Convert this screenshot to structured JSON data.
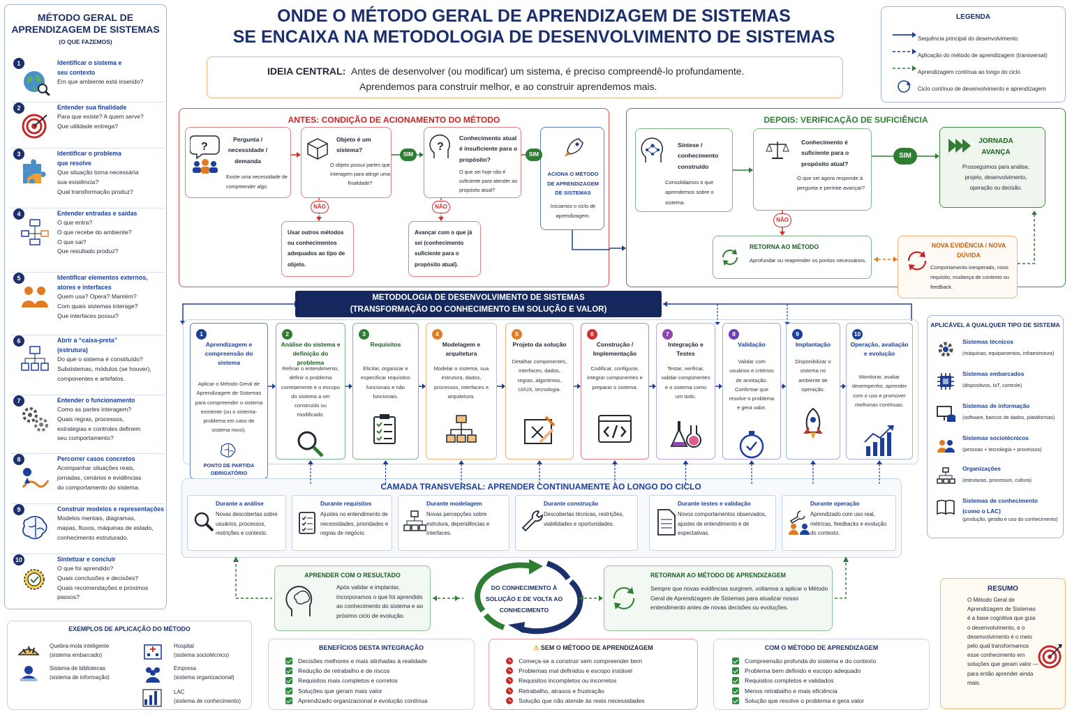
{
  "title": {
    "line1": "ONDE O MÉTODO GERAL DE APRENDIZAGEM DE SISTEMAS",
    "line2": "SE ENCAIXA NA METODOLOGIA DE DESENVOLVIMENTO DE SISTEMAS"
  },
  "central": {
    "label": "IDEIA CENTRAL:",
    "line1": "Antes de desenvolver (ou modificar) um sistema, é preciso compreendê-lo profundamente.",
    "line2": "Aprendemos para construir melhor, e ao construir aprendemos mais."
  },
  "legend": {
    "title": "LEGENDA",
    "items": [
      "Sequência principal do desenvolvimento",
      "Aplicação do método de aprendizagem (transversal)",
      "Aprendizagem contínua ao longo do ciclo",
      "Ciclo contínuo de desenvolvimento e aprendizagem"
    ]
  },
  "left": {
    "title1": "MÉTODO GERAL DE",
    "title2": "APRENDIZAGEM DE SISTEMAS",
    "subtitle": "(O QUE FAZEMOS)",
    "steps": [
      {
        "n": "1",
        "t1": "Identificar o sistema e",
        "t2": "seu contexto",
        "d": [
          "Em que ambiente está inserido?"
        ]
      },
      {
        "n": "2",
        "t1": "Entender sua finalidade",
        "t2": "",
        "d": [
          "Para que existe? A quem serve?",
          "Que utilidade entrega?"
        ]
      },
      {
        "n": "3",
        "t1": "Identificar o problema",
        "t2": "que resolve",
        "d": [
          "Que situação torna necessária",
          "sua existência?",
          "Qual transformação produz?"
        ]
      },
      {
        "n": "4",
        "t1": "Entender entradas e saídas",
        "t2": "",
        "d": [
          "O que entra?",
          "O que recebe do ambiente?",
          "O que sai?",
          "Que resultado produz?"
        ]
      },
      {
        "n": "5",
        "t1": "Identificar elementos externos,",
        "t2": "atores e interfaces",
        "d": [
          "Quem usa? Opera? Mantém?",
          "Com quais sistemas interage?",
          "Que interfaces possui?"
        ]
      },
      {
        "n": "6",
        "t1": "Abrir a “caixa-preta”",
        "t2": "(estrutura)",
        "d": [
          "Do que o sistema é constituído?",
          "Subsistemas, módulos (se houver),",
          "componentes e artefatos."
        ]
      },
      {
        "n": "7",
        "t1": "Entender o funcionamento",
        "t2": "",
        "d": [
          "Como as partes interagem?",
          "Quais regras, processos,",
          "estratégias e controles definem",
          "seu comportamento?"
        ]
      },
      {
        "n": "8",
        "t1": "Percorrer casos concretos",
        "t2": "",
        "d": [
          "Acompanhar situações reais,",
          "jornadas, cenários e evidências",
          "do comportamento do sistema."
        ]
      },
      {
        "n": "9",
        "t1": "Construir modelos e representações",
        "t2": "",
        "d": [
          "Modelos mentais, diagramas,",
          "mapas, fluxos, máquinas de estado,",
          "conhecimento estruturado."
        ]
      },
      {
        "n": "10",
        "t1": "Sintetizar e concluir",
        "t2": "",
        "d": [
          "O que foi aprendido?",
          "Quais conclusões e decisões?",
          "Quais recomendações e próximos",
          "passos?"
        ]
      }
    ]
  },
  "before": {
    "title": "ANTES: CONDIÇÃO DE ACIONAMENTO DO MÉTODO",
    "q1": {
      "t": "Pergunta / necessidade / demanda",
      "d": "Existe uma necessidade de compreender algo."
    },
    "q2": {
      "t": "Objeto é um sistema?",
      "d": "O objeto possui partes que interagem para atingir uma finalidade?"
    },
    "q3": {
      "t": "Conhecimento atual é insuficiente para o propósito?",
      "d": "O que sei hoje não é suficiente para atender ao propósito atual?"
    },
    "act": {
      "t": "ACIONA O MÉTODO DE APRENDIZAGEM DE SISTEMAS",
      "d": "Iniciamos o ciclo de aprendizagem."
    },
    "no1": "Usar outros métodos ou conhecimentos adequados ao tipo de objeto.",
    "no2": "Avançar com o que já sei (conhecimento suficiente para o propósito atual).",
    "yes": "SIM",
    "no": "NÃO"
  },
  "after": {
    "title": "DEPOIS: VERIFICAÇÃO DE SUFICIÊNCIA",
    "s1": {
      "t": "Síntese / conhecimento construído",
      "d": "Consolidamos o que aprendemos sobre o sistema."
    },
    "s2": {
      "t": "Conhecimento é suficiente para o propósito atual?",
      "d": "O que sei agora responde à pergunta e permite avançar?"
    },
    "s3": {
      "t": "JORNADA AVANÇA",
      "d": "Prosseguimos para análise, projeto, desenvolvimento, operação ou decisão."
    },
    "ret": {
      "t": "RETORNA AO MÉTODO",
      "d": "Aprofundar ou reaprender os pontos necessários."
    },
    "nov": {
      "t": "NOVA EVIDÊNCIA / NOVA DÚVIDA",
      "d": "Comportamento inesperado, novo requisito, mudança de contexto ou feedback."
    },
    "yes": "SIM",
    "no": "NÃO"
  },
  "method": {
    "title1": "METODOLOGIA DE DESENVOLVIMENTO DE SISTEMAS",
    "title2": "(TRANSFORMAÇÃO DO CONHECIMENTO EM SOLUÇÃO E VALOR)",
    "steps": [
      {
        "n": "1",
        "t": "Aprendizagem e compreensão do sistema",
        "d": "Aplicar o Método Geral de Aprendizagem de Sistemas para compreender o sistema existente (ou o sistema-problema em caso de sistema novo).",
        "foot": "PONTO DE PARTIDA OBRIGATÓRIO"
      },
      {
        "n": "2",
        "t": "Análise do sistema e definição do problema",
        "d": "Refinar o entendimento, definir o problema corretamente e o escopo do sistema a ser construído ou modificado."
      },
      {
        "n": "3",
        "t": "Requisitos",
        "d": "Elicitar, organizar e especificar requisitos funcionais e não funcionais."
      },
      {
        "n": "4",
        "t": "Modelagem e arquitetura",
        "d": "Modelar o sistema, sua estrutura, dados, processos, interfaces e arquitetura."
      },
      {
        "n": "5",
        "t": "Projeto da solução",
        "d": "Detalhar componentes, interfaces, dados, regras, algoritmos, UI/UX, tecnologia."
      },
      {
        "n": "6",
        "t": "Construção / Implementação",
        "d": "Codificar, configurar, integrar componentes e preparar o sistema."
      },
      {
        "n": "7",
        "t": "Integração e Testes",
        "d": "Testar, verificar, validar componentes e o sistema como um todo."
      },
      {
        "n": "8",
        "t": "Validação",
        "d": "Validar com usuários e critérios de aceitação. Confirmar que resolve o problema e gera valor."
      },
      {
        "n": "9",
        "t": "Implantação",
        "d": "Disponibilizar o sistema no ambiente de operação."
      },
      {
        "n": "10",
        "t": "Operação, avaliação e evolução",
        "d": "Monitorar, avaliar desempenho, aprender com o uso e promover melhorias contínuas."
      }
    ]
  },
  "transversal": {
    "title": "CAMADA TRANSVERSAL: APRENDER CONTINUAMENTE AO LONGO DO CICLO",
    "items": [
      {
        "t": "Durante a análise",
        "d": "Novas descobertas sobre usuários, processos, restrições e contexto."
      },
      {
        "t": "Durante requisitos",
        "d": "Ajustes no entendimento de necessidades, prioridades e regras de negócio."
      },
      {
        "t": "Durante modelagem",
        "d": "Novas percepções sobre estrutura, dependências e interfaces."
      },
      {
        "t": "Durante construção",
        "d": "Descobertas técnicas, restrições, viabilidades e oportunidades."
      },
      {
        "t": "Durante testes e validação",
        "d": "Novos comportamentos observados, ajustes de entendimento e de expectativas."
      },
      {
        "t": "Durante operação",
        "d": "Aprendizado com uso real, métricas, feedbacks e evolução do contexto."
      }
    ]
  },
  "learn": {
    "t": "APRENDER COM O RESULTADO",
    "d": "Após validar e implantar, incorporamos o que foi aprendido ao conhecimento do sistema e ao próximo ciclo de evolução."
  },
  "cycle": "DO CONHECIMENTO À SOLUÇÃO E DE VOLTA AO CONHECIMENTO",
  "back": {
    "t": "RETORNAR AO MÉTODO DE APRENDIZAGEM",
    "d": "Sempre que novas evidências surgirem, voltamos a aplicar o Método Geral de Aprendizagem de Sistemas para atualizar nosso entendimento antes de novas decisões ou evoluções."
  },
  "applies": {
    "title": "APLICÁVEL A QUALQUER TIPO DE SISTEMA",
    "items": [
      {
        "t": "Sistemas técnicos",
        "d": "(máquinas, equipamentos, infraestrutura)"
      },
      {
        "t": "Sistemas embarcados",
        "d": "(dispositivos, IoT, controle)"
      },
      {
        "t": "Sistemas de informação",
        "d": "(software, bancos de dados, plataformas)"
      },
      {
        "t": "Sistemas sociotécnicos",
        "d": "(pessoas + tecnologia + processos)"
      },
      {
        "t": "Organizações",
        "d": "(estruturas, processos, cultura)"
      },
      {
        "t": "Sistemas de conhecimento (como o LAC)",
        "d": "(produção, gestão e uso do conhecimento)"
      }
    ]
  },
  "summary": {
    "title": "RESUMO",
    "d": "O Método Geral de Aprendizagem de Sistemas é a base cognitiva que guia o desenvolvimento, e o desenvolvimento é o meio pelo qual transformamos esse conhecimento em soluções que geram valor — para então aprender ainda mais."
  },
  "examples": {
    "title": "EXEMPLOS DE APLICAÇÃO DO MÉTODO",
    "items": [
      {
        "t": "Quebra-mola inteligente",
        "d": "(sistema embarcado)"
      },
      {
        "t": "Sistema de bibliotecas",
        "d": "(sistema de informação)"
      },
      {
        "t": "Hospital",
        "d": "(sistema sociotécnico)"
      },
      {
        "t": "Empresa",
        "d": "(sistema organizacional)"
      },
      {
        "t": "LAC",
        "d": "(sistema de conhecimento)"
      }
    ]
  },
  "benefits": {
    "title": "BENEFÍCIOS DESTA INTEGRAÇÃO",
    "items": [
      "Decisões melhores e mais alinhadas à realidade",
      "Redução de retrabalho e de riscos",
      "Requisitos mais completos e corretos",
      "Soluções que geram mais valor",
      "Aprendizado organizacional e evolução contínua"
    ]
  },
  "without": {
    "title": "SEM O MÉTODO DE APRENDIZAGEM",
    "items": [
      "Começa-se a construir sem compreender bem",
      "Problemas mal definidos e escopo instável",
      "Requisitos incompletos ou incorretos",
      "Retrabalho, atrasos e frustração",
      "Solução que não atende às reais necessidades"
    ]
  },
  "with": {
    "title": "COM O MÉTODO DE APRENDIZAGEM",
    "items": [
      "Compreensão profunda do sistema e do contexto",
      "Problema bem definido e escopo adequado",
      "Requisitos completos e validados",
      "Menos retrabalho e mais eficiência",
      "Solução que resolve o problema e gera valor"
    ]
  },
  "colors": {
    "navy": "#1b2f6b",
    "red": "#d32f2f",
    "green": "#2e7d32",
    "orange": "#e07b24",
    "blue": "#1b3f9a"
  }
}
